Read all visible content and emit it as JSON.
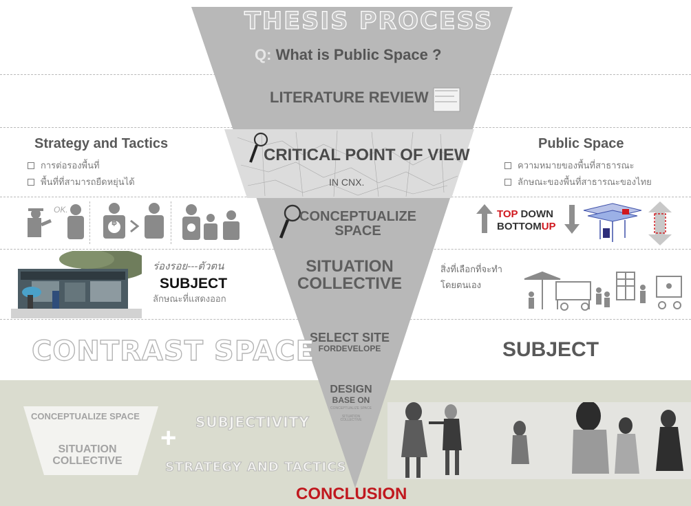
{
  "funnel": {
    "title": "THESIS PROCESS",
    "question_prefix": "Q:",
    "question_text": "What is Public Space ?",
    "literature_review": "LITERATURE REVIEW",
    "critical_point": "CRITICAL POINT OF VIEW",
    "critical_sub": "IN CNX.",
    "conceptualize_1": "CONCEPTUALIZE",
    "conceptualize_2": "SPACE",
    "situation_1": "SITUATION",
    "situation_2": "COLLECTIVE",
    "select_site_1": "SELECT SITE",
    "select_site_2": "FORDEVELOPE",
    "design_1": "DESIGN",
    "design_2": "BASE ON",
    "design_3": "CONCEPTUALIZE SPACE",
    "design_4": "SITUATION",
    "design_5": "COLLECTIVE",
    "conclusion": "CONCLUSION"
  },
  "left": {
    "heading": "Strategy and Tactics",
    "bullets": [
      "การต่อรองพื้นที่",
      "พื้นที่ที่สามารถยืดหยุ่นได้"
    ],
    "ok_text": "OK.",
    "baht_symbol": "฿",
    "trace_text": "ร่องรอย---ตัวตน",
    "subject_label": "SUBJECT",
    "expression_text": "ลักษณะที่แสดงออก",
    "contrast_space": "CONTRAST SPACE"
  },
  "right": {
    "heading": "Public Space",
    "bullets": [
      "ความหมายของพื้นที่สาธารณะ",
      "ลักษณะของพื้นที่สาธารณะของไทย"
    ],
    "top": "TOP",
    "down": "DOWN",
    "bottom": "BOTTOM",
    "up": "UP",
    "choice_line1": "สิ่งที่เลือกที่จะทำ",
    "choice_line2": "โดยตนเอง",
    "subject_big": "SUBJECT"
  },
  "bottom": {
    "trap_line1": "CONCEPTUALIZE SPACE",
    "trap_line2": "SITUATION",
    "trap_line3": "COLLECTIVE",
    "plus": "+",
    "subjectivity": "SUBJECTIVITY",
    "strategy": "STRATEGY AND TACTICS"
  },
  "colors": {
    "funnel": "#b8b8b8",
    "conclusion": "#c0181e",
    "accent_red": "#d0181e",
    "band": "#dadccf"
  }
}
